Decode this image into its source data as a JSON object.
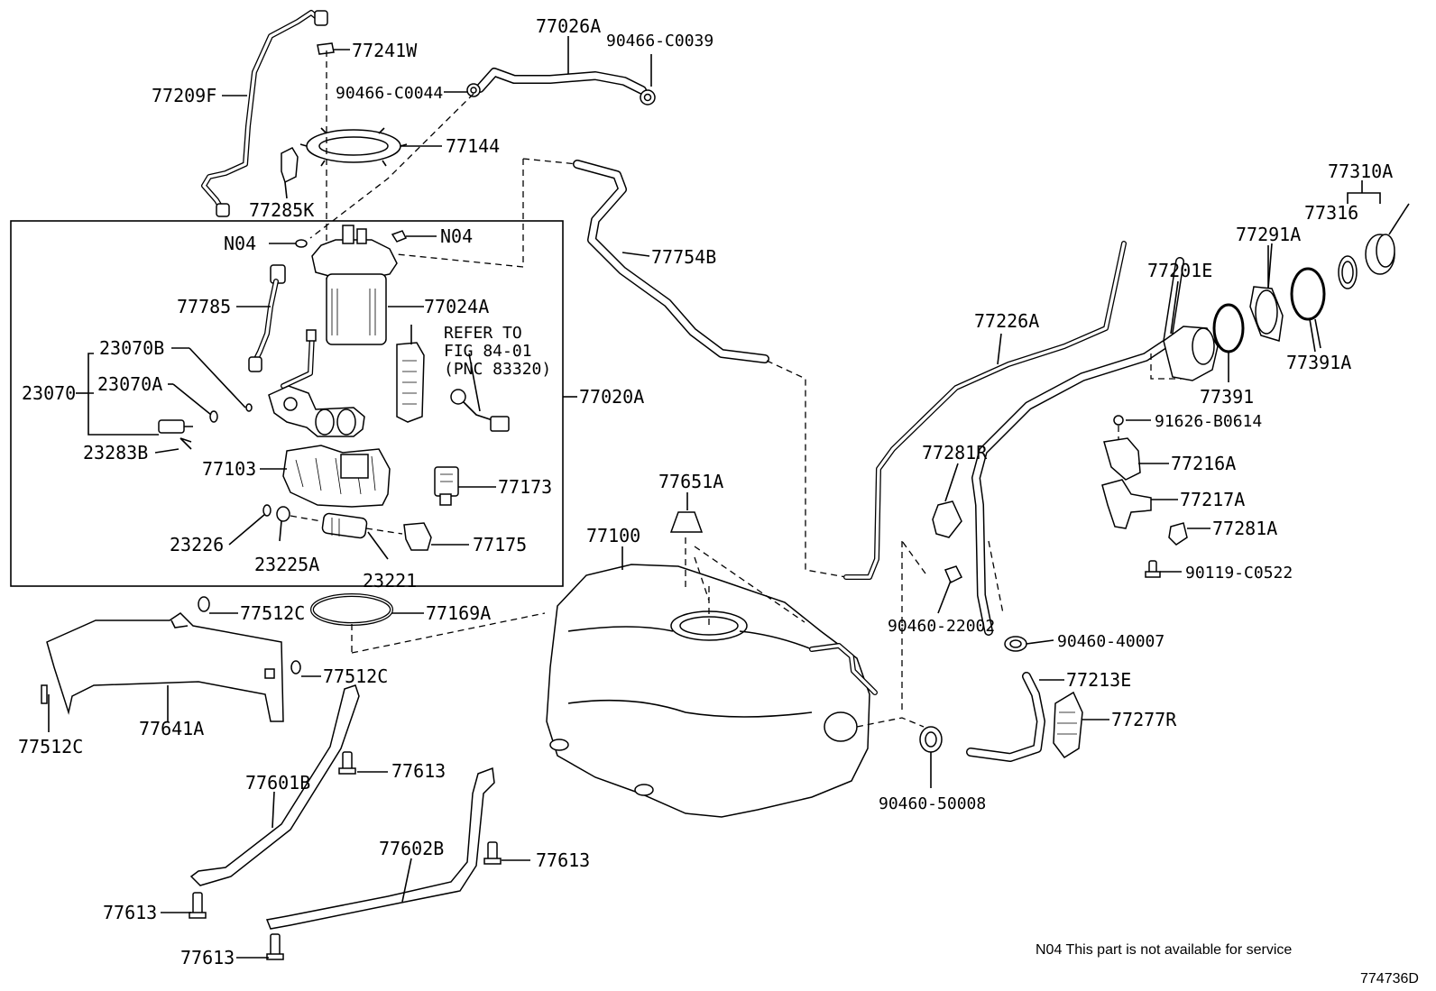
{
  "labels": {
    "l77241W": "77241W",
    "l77026A": "77026A",
    "l90466C0039": "90466-C0039",
    "l77209F": "77209F",
    "l90466C0044": "90466-C0044",
    "l77144": "77144",
    "l77285K": "77285K",
    "l77754B": "77754B",
    "lN04a": "N04",
    "lN04b": "N04",
    "l77785": "77785",
    "l77024A": "77024A",
    "lRefer1": "REFER TO",
    "lRefer2": "FIG 84-01",
    "lRefer3": "(PNC 83320)",
    "l23070B": "23070B",
    "l23070": "23070",
    "l23070A": "23070A",
    "l77020A": "77020A",
    "l23283B": "23283B",
    "l77103": "77103",
    "l77173": "77173",
    "l23226": "23226",
    "l23225A": "23225A",
    "l23221": "23221",
    "l77175": "77175",
    "l77512Ca": "77512C",
    "l77169A": "77169A",
    "l77512Cb": "77512C",
    "l77512Cc": "77512C",
    "l77641A": "77641A",
    "l77613a": "77613",
    "l77601B": "77601B",
    "l77602B": "77602B",
    "l77613b": "77613",
    "l77613c": "77613",
    "l77613d": "77613",
    "l77651A": "77651A",
    "l77100": "77100",
    "l77226A": "77226A",
    "l77201E": "77201E",
    "l77291A": "77291A",
    "l77310A": "77310A",
    "l77316": "77316",
    "l77391A": "77391A",
    "l77391": "77391",
    "l91626B0614": "91626-B0614",
    "l77281R": "77281R",
    "l77216A": "77216A",
    "l77217A": "77217A",
    "l77281A": "77281A",
    "l90119C0522": "90119-C0522",
    "l9046022002": "90460-22002",
    "l9046040007": "90460-40007",
    "l77213E": "77213E",
    "l77277R": "77277R",
    "l9046050008": "90460-50008"
  },
  "footnote": "N04 This part is not available for service",
  "figure_code": "774736D"
}
